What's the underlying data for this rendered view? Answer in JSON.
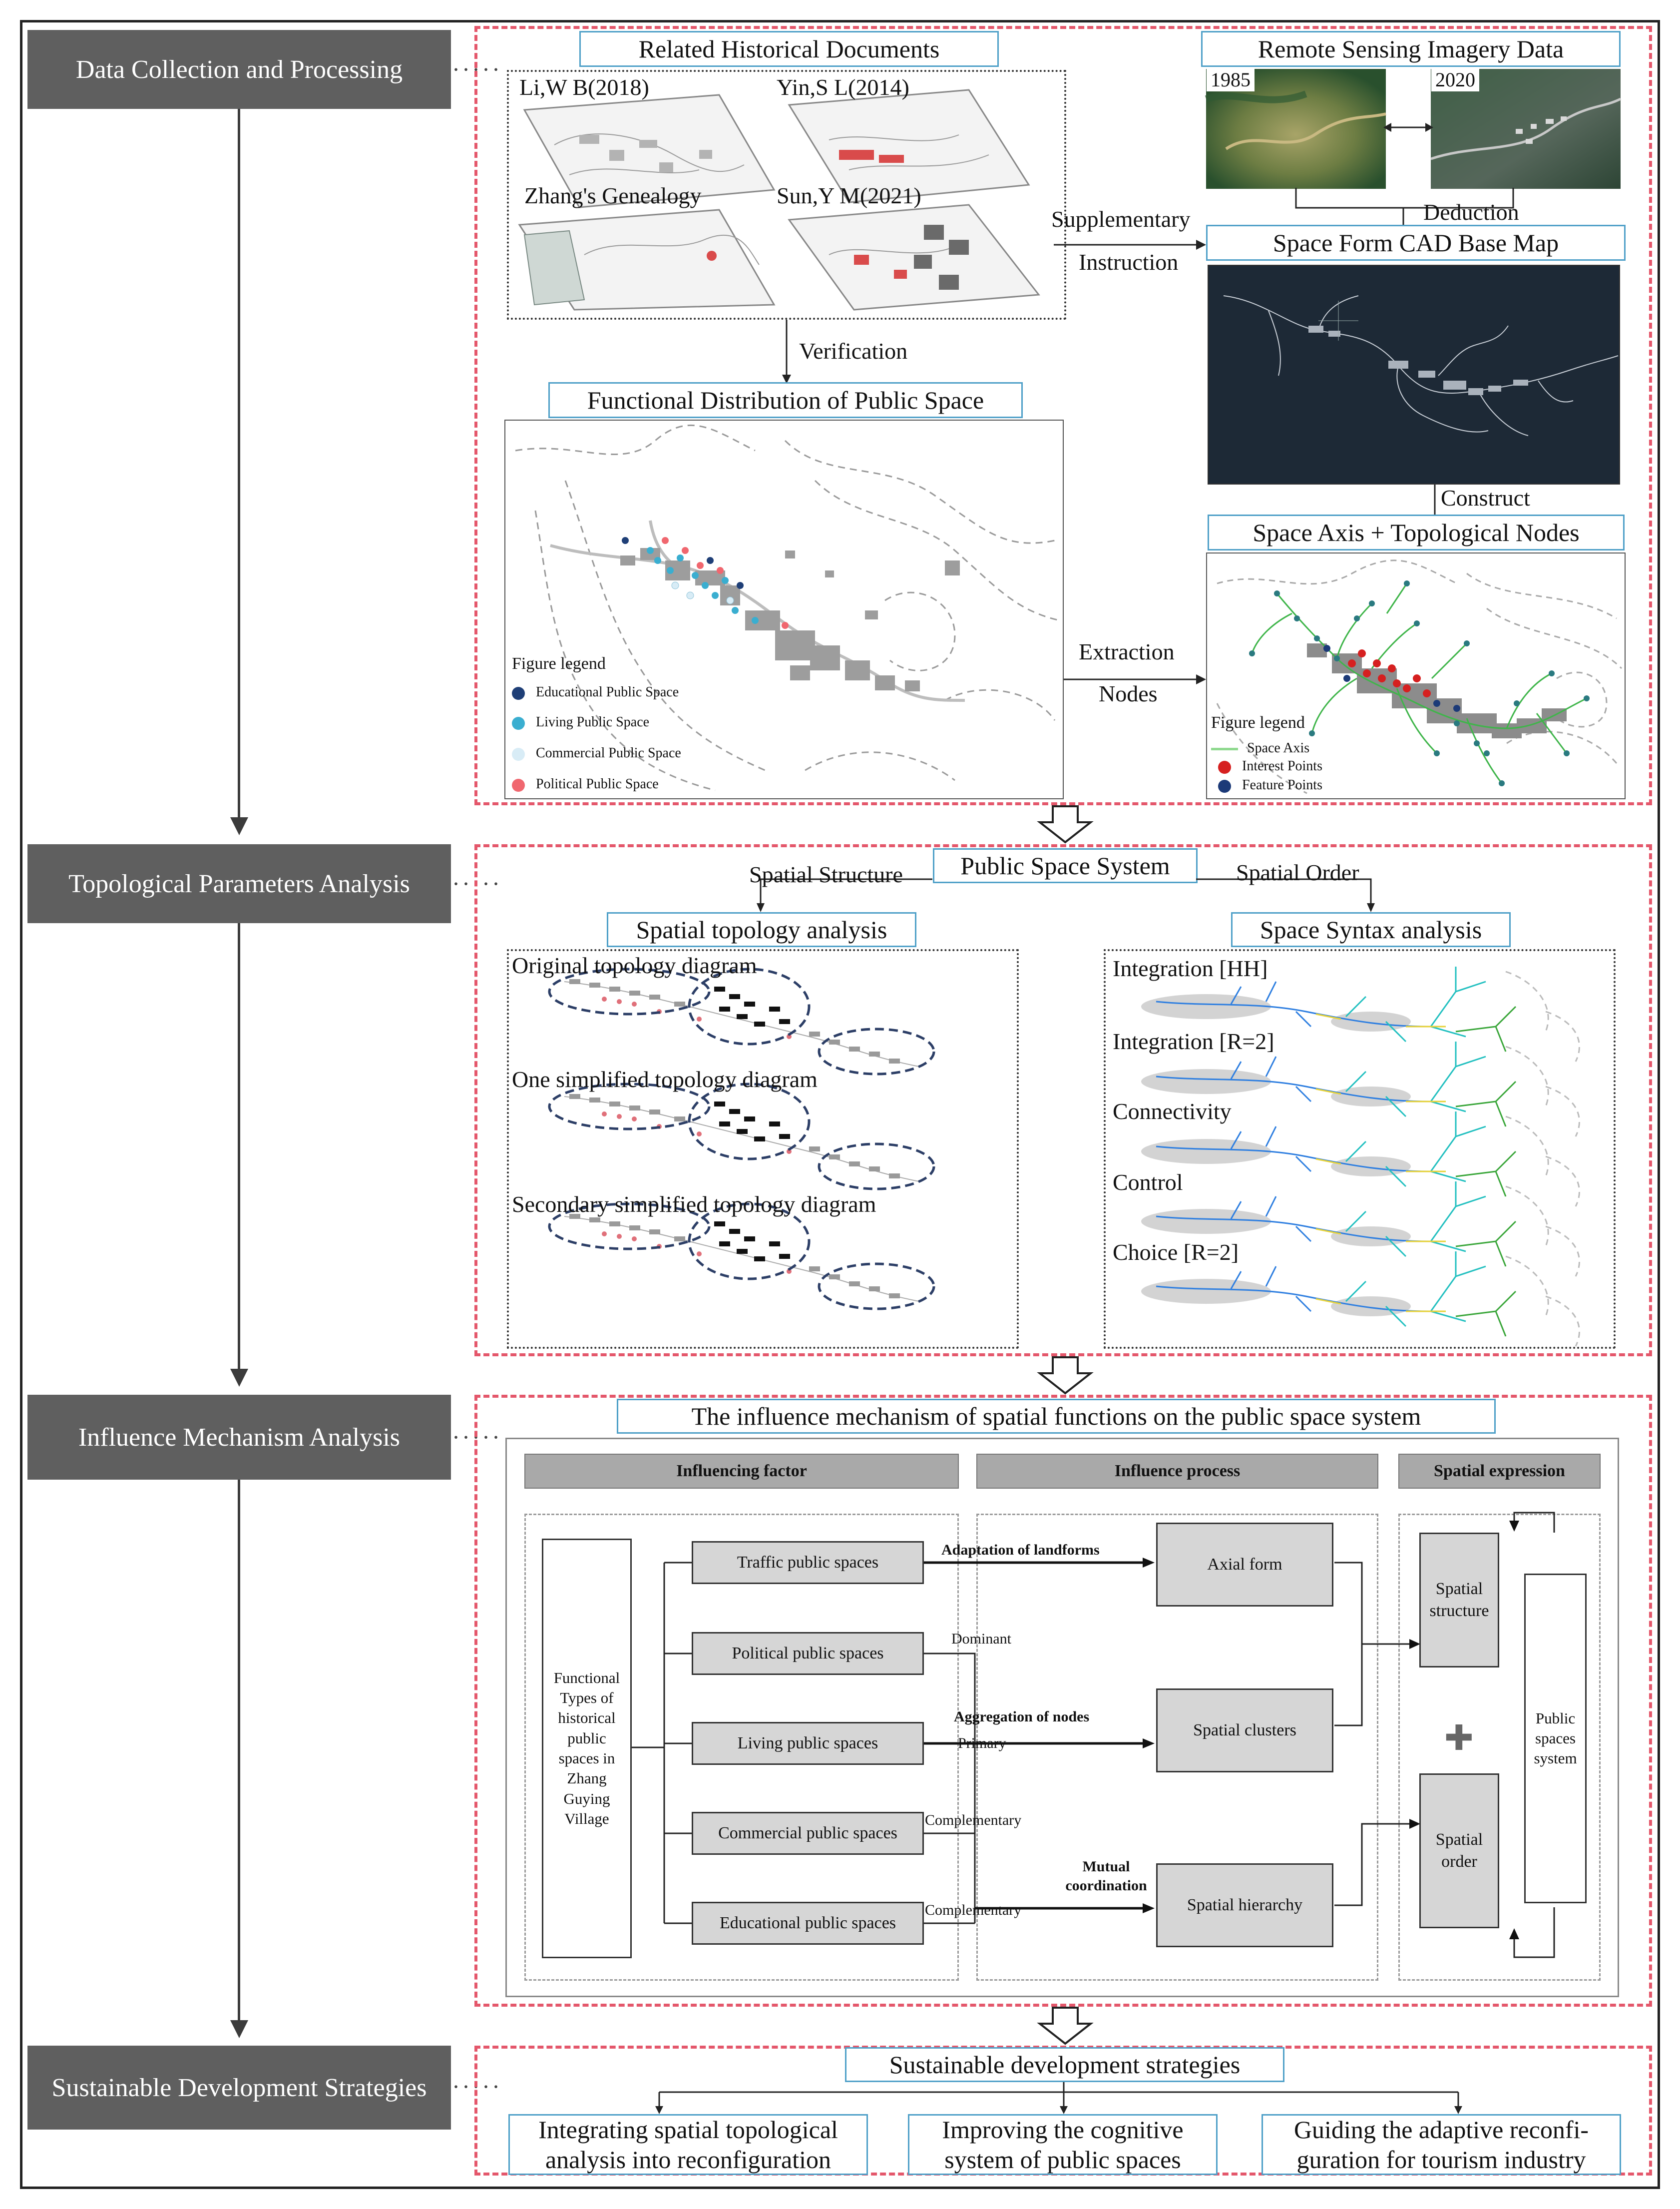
{
  "stages": [
    {
      "label": "Data Collection and Processing"
    },
    {
      "label": "Topological Parameters Analysis"
    },
    {
      "label": "Influence Mechanism Analysis"
    },
    {
      "label": "Sustainable Development Strategies"
    }
  ],
  "connector_dots": "·····",
  "section1": {
    "historical_docs_title": "Related Historical Documents",
    "docs": [
      "Li,W B(2018)",
      "Yin,S L(2014)",
      "Zhang's Genealogy",
      "Sun,Y M(2021)"
    ],
    "remote_title": "Remote Sensing Imagery Data",
    "year_a": "1985",
    "year_b": "2020",
    "deduction": "Deduction",
    "supplementary": "Supplementary",
    "instruction": "Instruction",
    "cad_title": "Space Form CAD Base Map",
    "verification": "Verification",
    "construct": "Construct",
    "functional_title": "Functional Distribution of Public Space",
    "axis_title": "Space Axis + Topological Nodes",
    "extraction": "Extraction",
    "nodes": "Nodes",
    "legend1_title": "Figure legend",
    "legend1": [
      {
        "label": "Educational Public Space",
        "color": "#1f3f77"
      },
      {
        "label": "Living Public Space",
        "color": "#3aaed0"
      },
      {
        "label": "Commercial Public Space",
        "color": "#d8ecf6"
      },
      {
        "label": "Political Public Space",
        "color": "#f0676f"
      }
    ],
    "legend2_title": "Figure legend",
    "legend2": [
      {
        "label": "Space Axis",
        "color": "#8fd98f"
      },
      {
        "label": "Interest Points",
        "color": "#d62020"
      },
      {
        "label": "Feature Points",
        "color": "#1c3a78"
      }
    ]
  },
  "section2": {
    "system_title": "Public Space System",
    "spatial_structure": "Spatial Structure",
    "spatial_order": "Spatial Order",
    "topology_title": "Spatial topology analysis",
    "syntax_title": "Space Syntax analysis",
    "topology_diagrams": [
      "Original topology diagram",
      "One simplified topology diagram",
      "Secondary simplified topology diagram"
    ],
    "syntax_maps": [
      "Integration [HH]",
      "Integration [R=2]",
      "Connectivity",
      "Control",
      "Choice [R=2]"
    ]
  },
  "section3": {
    "title": "The influence mechanism of spatial functions on the public space system",
    "headers": [
      "Influencing factor",
      "Influence process",
      "Spatial expression"
    ],
    "functional_types": "Functional Types of historical public spaces in Zhang Guying Village",
    "factors": [
      "Traffic public spaces",
      "Political public spaces",
      "Living public spaces",
      "Commercial public spaces",
      "Educational public spaces"
    ],
    "roles": [
      "Dominant",
      "Primary",
      "Complementary",
      "Complementary"
    ],
    "processes": [
      "Adaptation of landforms",
      "Aggregation of nodes",
      "Mutual coordination"
    ],
    "outcomes": [
      "Axial form",
      "Spatial clusters",
      "Spatial hierarchy"
    ],
    "spatial_structure": "Spatial structure",
    "spatial_order": "Spatial order",
    "plus": "✚",
    "system": "Public spaces system"
  },
  "section4": {
    "title": "Sustainable development strategies",
    "strategies": [
      {
        "line1": "Integrating spatial topological",
        "line2": "analysis into reconfiguration"
      },
      {
        "line1": "Improving the cognitive",
        "line2": "system of public spaces"
      },
      {
        "line1": "Guiding the adaptive reconfi-",
        "line2": "guration for tourism industry"
      }
    ]
  },
  "colors": {
    "stage_bg": "#5f5f5f",
    "red_dash": "#e4576b",
    "blue_frame": "#4fa0c8",
    "header_grey": "#a9a9a9",
    "box_grey": "#d6d6d6"
  }
}
